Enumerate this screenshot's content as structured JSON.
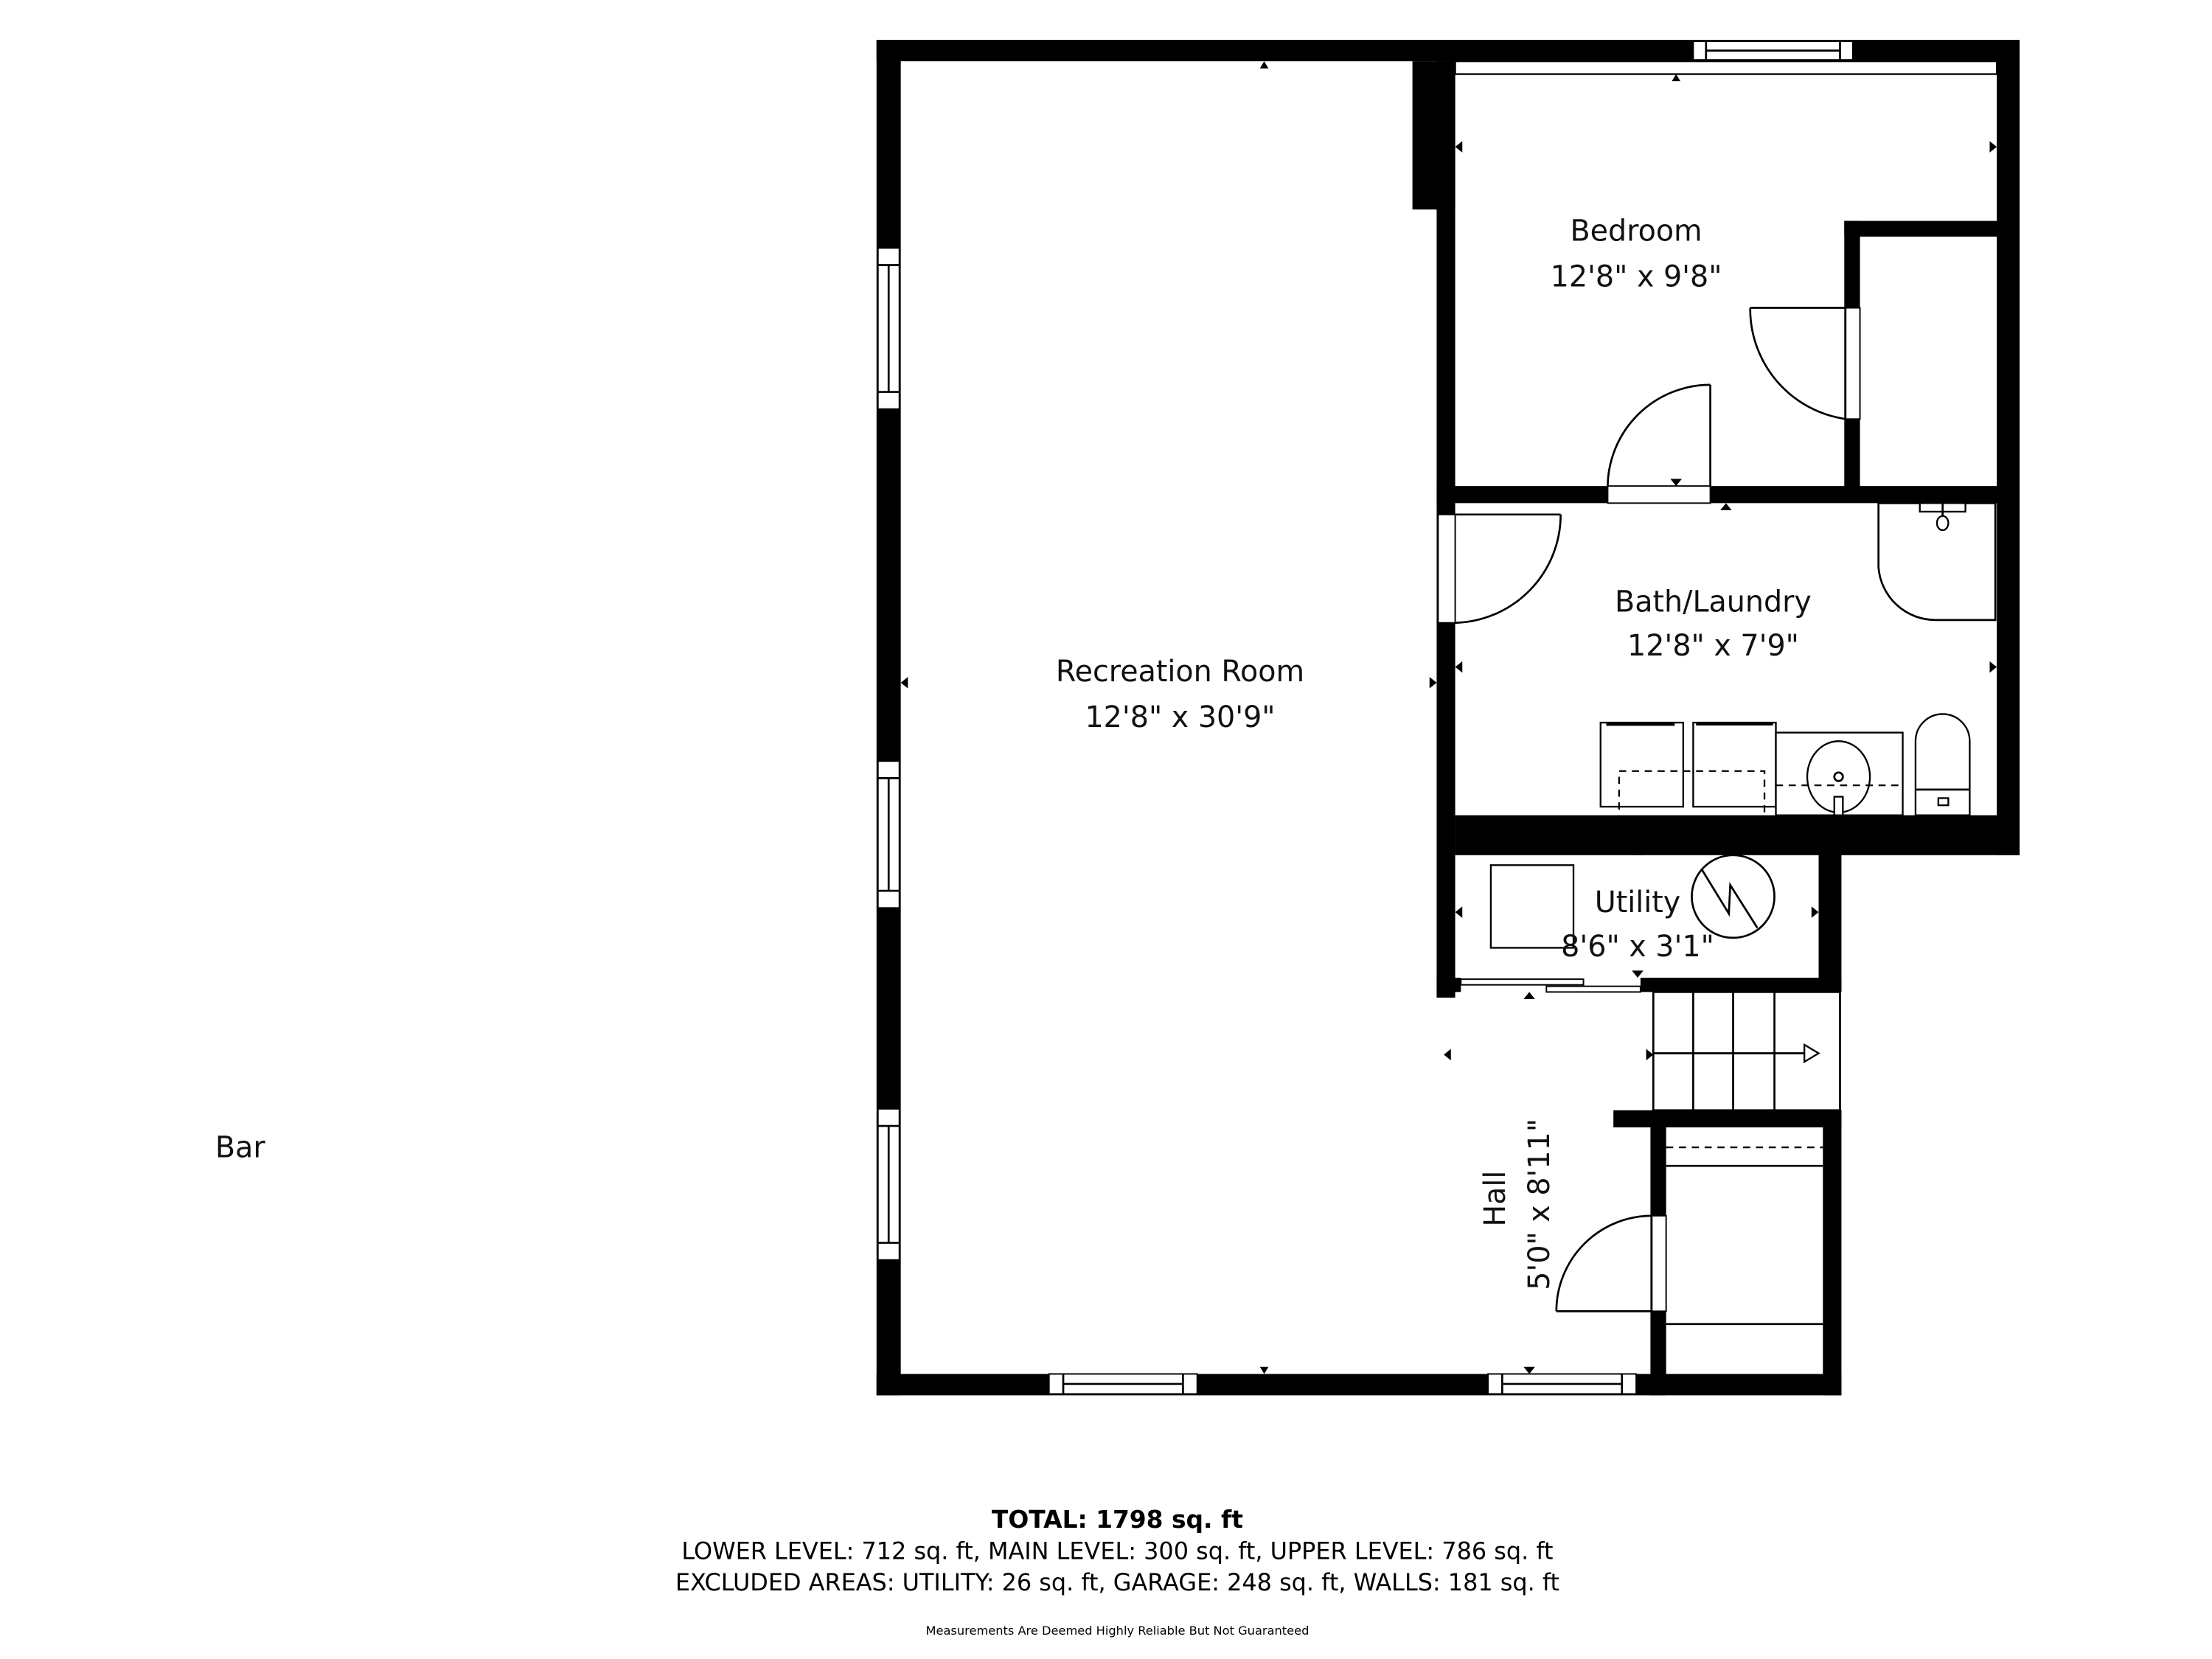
{
  "floorplan": {
    "rooms": [
      {
        "id": "recreation",
        "name": "Recreation Room",
        "dimensions": "12'8\" x 30'9\""
      },
      {
        "id": "bedroom",
        "name": "Bedroom",
        "dimensions": "12'8\" x 9'8\""
      },
      {
        "id": "bath",
        "name": "Bath/Laundry",
        "dimensions": "12'8\" x 7'9\""
      },
      {
        "id": "utility",
        "name": "Utility",
        "dimensions": "8'6\" x 3'1\""
      },
      {
        "id": "hall",
        "name": "Hall",
        "dimensions": "5'0\" x 8'11\""
      }
    ],
    "outside_labels": [
      {
        "id": "bar",
        "text": "Bar"
      }
    ],
    "colors": {
      "wall": "#000000",
      "background": "#ffffff",
      "text": "#111111"
    }
  },
  "summary": {
    "total": "TOTAL: 1798 sq. ft",
    "levels": "LOWER LEVEL: 712 sq. ft, MAIN LEVEL: 300 sq. ft, UPPER LEVEL: 786 sq. ft",
    "excluded": "EXCLUDED AREAS: UTILITY: 26 sq. ft, GARAGE: 248 sq. ft, WALLS: 181 sq. ft",
    "disclaimer": "Measurements Are Deemed Highly Reliable But Not Guaranteed"
  }
}
